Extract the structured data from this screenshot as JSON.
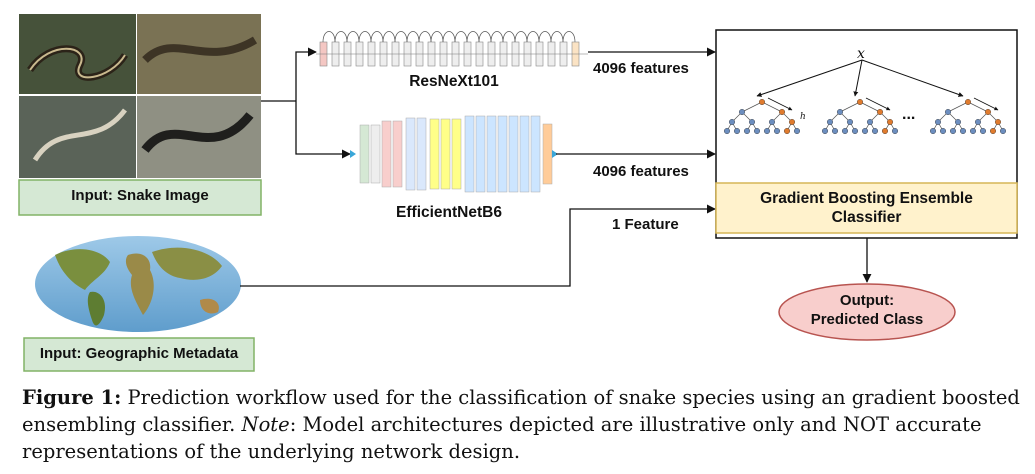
{
  "inputs": {
    "snake_image": "Input: Snake Image",
    "geo_metadata": "Input: Geographic Metadata"
  },
  "models": {
    "resnext": "ResNeXt101",
    "efficientnet": "EfficientNetB6"
  },
  "edges": {
    "resnext_features": "4096 features",
    "efficientnet_features": "4096 features",
    "geo_features": "1 Feature"
  },
  "classifier": {
    "label_line1": "Gradient Boosting Ensemble",
    "label_line2": "Classifier",
    "tree_root": "x",
    "tree_sub": "h",
    "ellipsis": "..."
  },
  "output": {
    "line1": "Output:",
    "line2": "Predicted Class"
  },
  "caption": {
    "figure_label": "Figure 1:",
    "text1": " Prediction workflow used for the classification of snake species using an gradient boosted ensembling classifier. ",
    "note_label": "Note",
    "text2": ": Model architectures depicted are illustrative only and NOT accurate representations of the underlying network design."
  },
  "colors": {
    "input_box_fill": "#d5e8d4",
    "input_box_stroke": "#82b366",
    "classifier_fill": "#fff2cc",
    "classifier_stroke": "#d6b656",
    "output_fill": "#f8cecc",
    "output_stroke": "#b85450",
    "node_blue": "#6c8ebf",
    "node_orange": "#e07b2e"
  }
}
